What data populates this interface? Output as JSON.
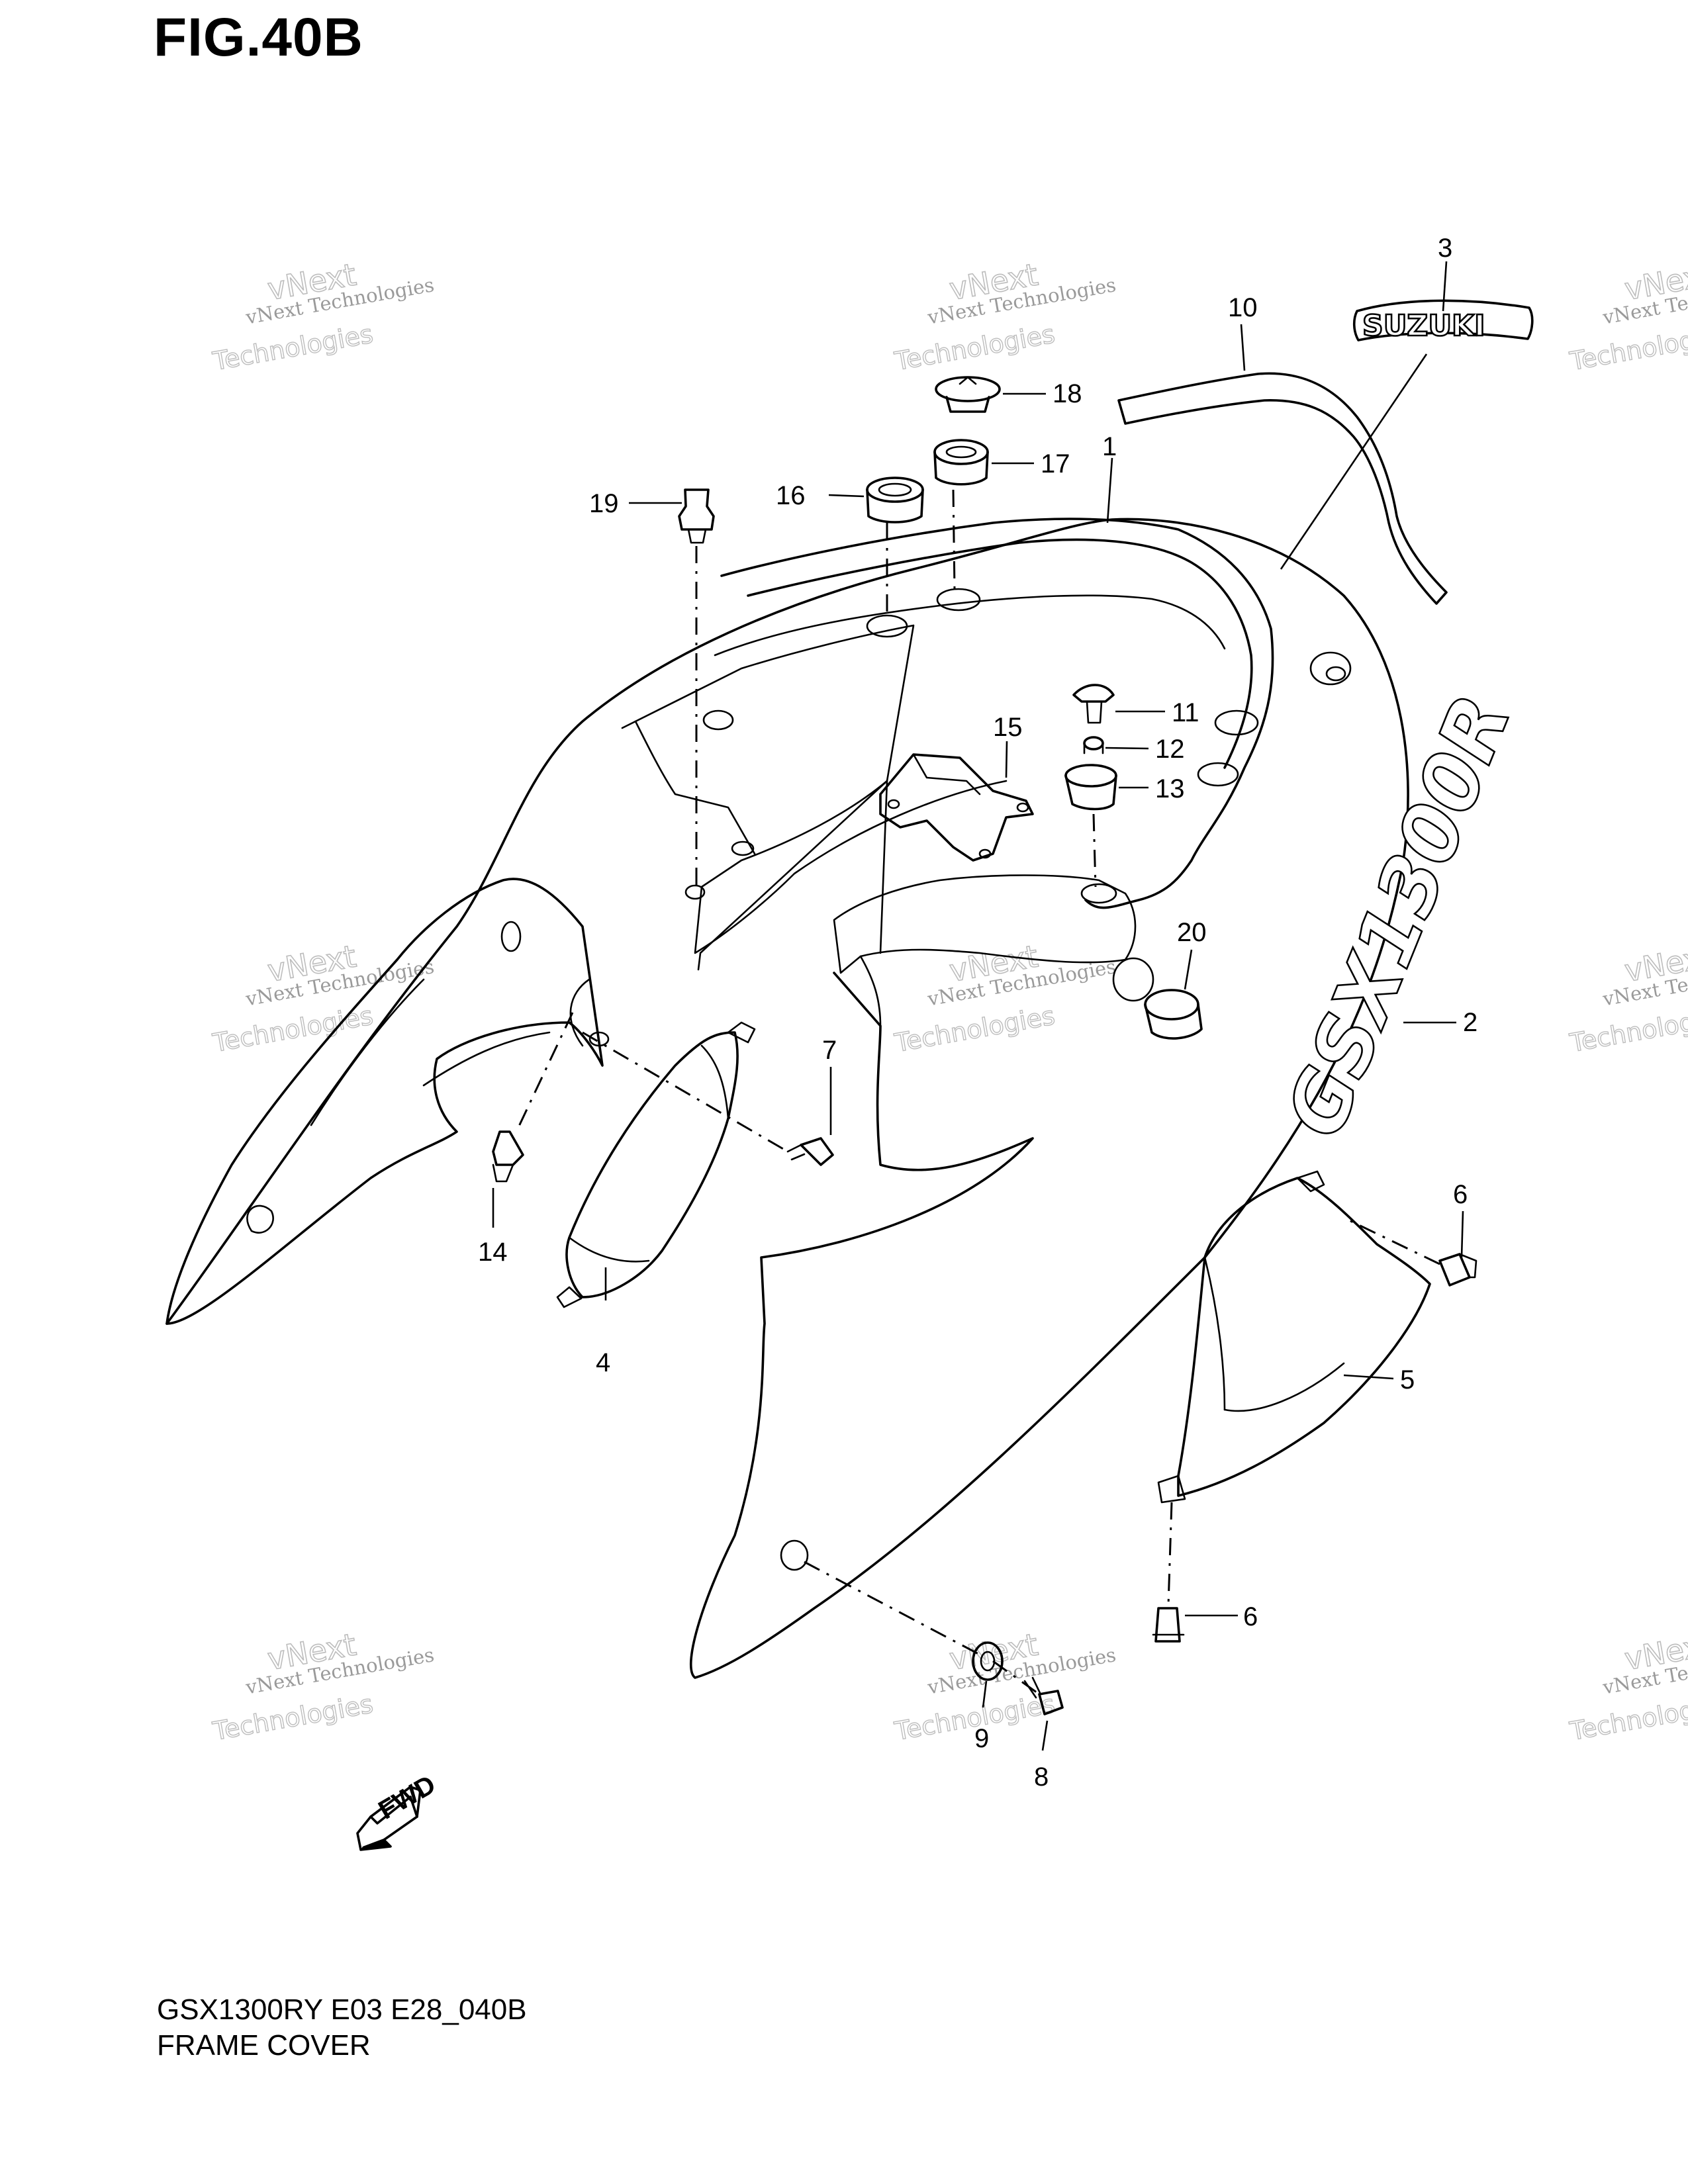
{
  "figure": {
    "title": "FIG.40B"
  },
  "footer": {
    "model": "GSX1300RY E03 E28_040B",
    "name": "FRAME COVER"
  },
  "watermark": {
    "line1": "vNext Technologies",
    "line2": "vNext",
    "line3": "Technologies"
  },
  "decals": {
    "brand": "SUZUKI",
    "model": "GSX1300R",
    "fwd": "FWD"
  },
  "parts": [
    {
      "number": "1",
      "part": "frame-cover"
    },
    {
      "number": "2",
      "part": "model-decal"
    },
    {
      "number": "3",
      "part": "brand-emblem"
    },
    {
      "number": "4",
      "part": "inner-cover"
    },
    {
      "number": "5",
      "part": "side-cover"
    },
    {
      "number": "6",
      "part": "clip"
    },
    {
      "number": "6",
      "part": "clip"
    },
    {
      "number": "7",
      "part": "screw"
    },
    {
      "number": "8",
      "part": "screw"
    },
    {
      "number": "9",
      "part": "cushion"
    },
    {
      "number": "10",
      "part": "grab-rail"
    },
    {
      "number": "11",
      "part": "bolt"
    },
    {
      "number": "12",
      "part": "collar"
    },
    {
      "number": "13",
      "part": "cushion"
    },
    {
      "number": "14",
      "part": "clip"
    },
    {
      "number": "15",
      "part": "bracket"
    },
    {
      "number": "16",
      "part": "grommet"
    },
    {
      "number": "17",
      "part": "grommet"
    },
    {
      "number": "18",
      "part": "cap"
    },
    {
      "number": "19",
      "part": "clip"
    },
    {
      "number": "20",
      "part": "plug"
    }
  ]
}
